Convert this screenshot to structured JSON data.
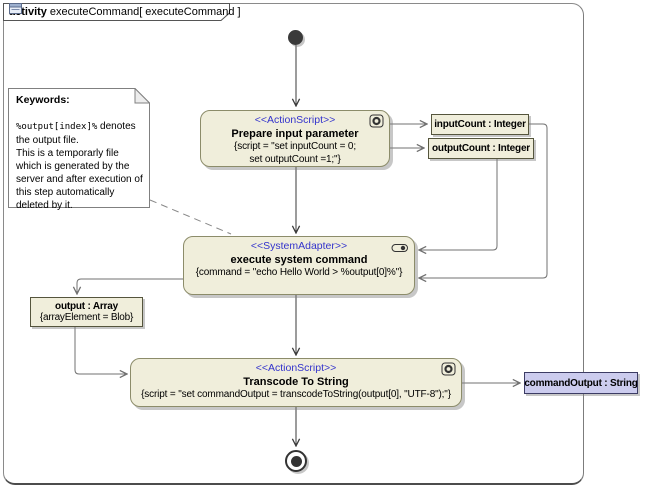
{
  "frame": {
    "label_keyword": "activity",
    "label_name": "executeCommand[",
    "label_diagram": "executeCommand",
    "label_close": "]"
  },
  "note": {
    "title": "Keywords:",
    "line1_code": "%output[index]%",
    "line1_rest": " denotes",
    "line2": "the output file.",
    "line3": "This is a temporarly file",
    "line4": "which is generated by the",
    "line5": "server and after execution of",
    "line6": "this step automatically",
    "line7": "deleted by it."
  },
  "nodes": {
    "prepare_input": {
      "stereotype": "<<ActionScript>>",
      "name": "Prepare input parameter",
      "props1": "{script = \"set inputCount = 0;",
      "props2": "set outputCount =1;\"}"
    },
    "execute_command": {
      "stereotype": "<<SystemAdapter>>",
      "name": "execute system command",
      "props1": "{command = \"echo Hello World > %output[0]%\"}"
    },
    "transcode": {
      "stereotype": "<<ActionScript>>",
      "name": "Transcode To String",
      "props1": "{script = \"set commandOutput = transcodeToString(output[0], \"UTF-8\");\"}"
    },
    "input_count": {
      "label": "inputCount : Integer"
    },
    "output_count": {
      "label": "outputCount : Integer"
    },
    "output_array": {
      "name": "output : Array",
      "props": "{arrayElement = Blob}"
    },
    "command_output": {
      "label": "commandOutput : String"
    }
  },
  "icons": {
    "tab_icon": "activity-diagram-icon",
    "action_icon": "action-gear-icon",
    "adapter_icon": "system-adapter-pill-icon"
  },
  "colors": {
    "node_fill": "#f0eedb",
    "node_border": "#8c8c6a",
    "stereotype_blue": "#3333cc",
    "pin_fill": "#ccccee",
    "frame_border": "#8a8a8a",
    "control_flow": "#3a3a3a",
    "object_flow": "#707070"
  }
}
